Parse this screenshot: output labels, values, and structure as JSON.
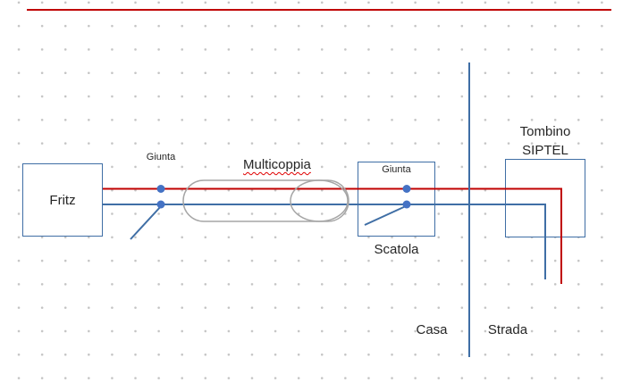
{
  "diagram": {
    "labels": {
      "fritz": "Fritz",
      "giunta_left": "Giunta",
      "multicoppia": "Multicoppia",
      "giunta_right": "Giunta",
      "scatola": "Scatola",
      "tombino_line1": "Tombino",
      "tombino_line2": "SIPTEL",
      "casa": "Casa",
      "strada": "Strada"
    },
    "colors": {
      "red_line": "#c00000",
      "blue_line": "#3f6ea5",
      "junction_dot": "#4472c4",
      "cable_outline": "#a6a6a6",
      "box_border": "#3f6ea5",
      "grid_dot": "#c4c4c4",
      "text": "#262626"
    }
  }
}
